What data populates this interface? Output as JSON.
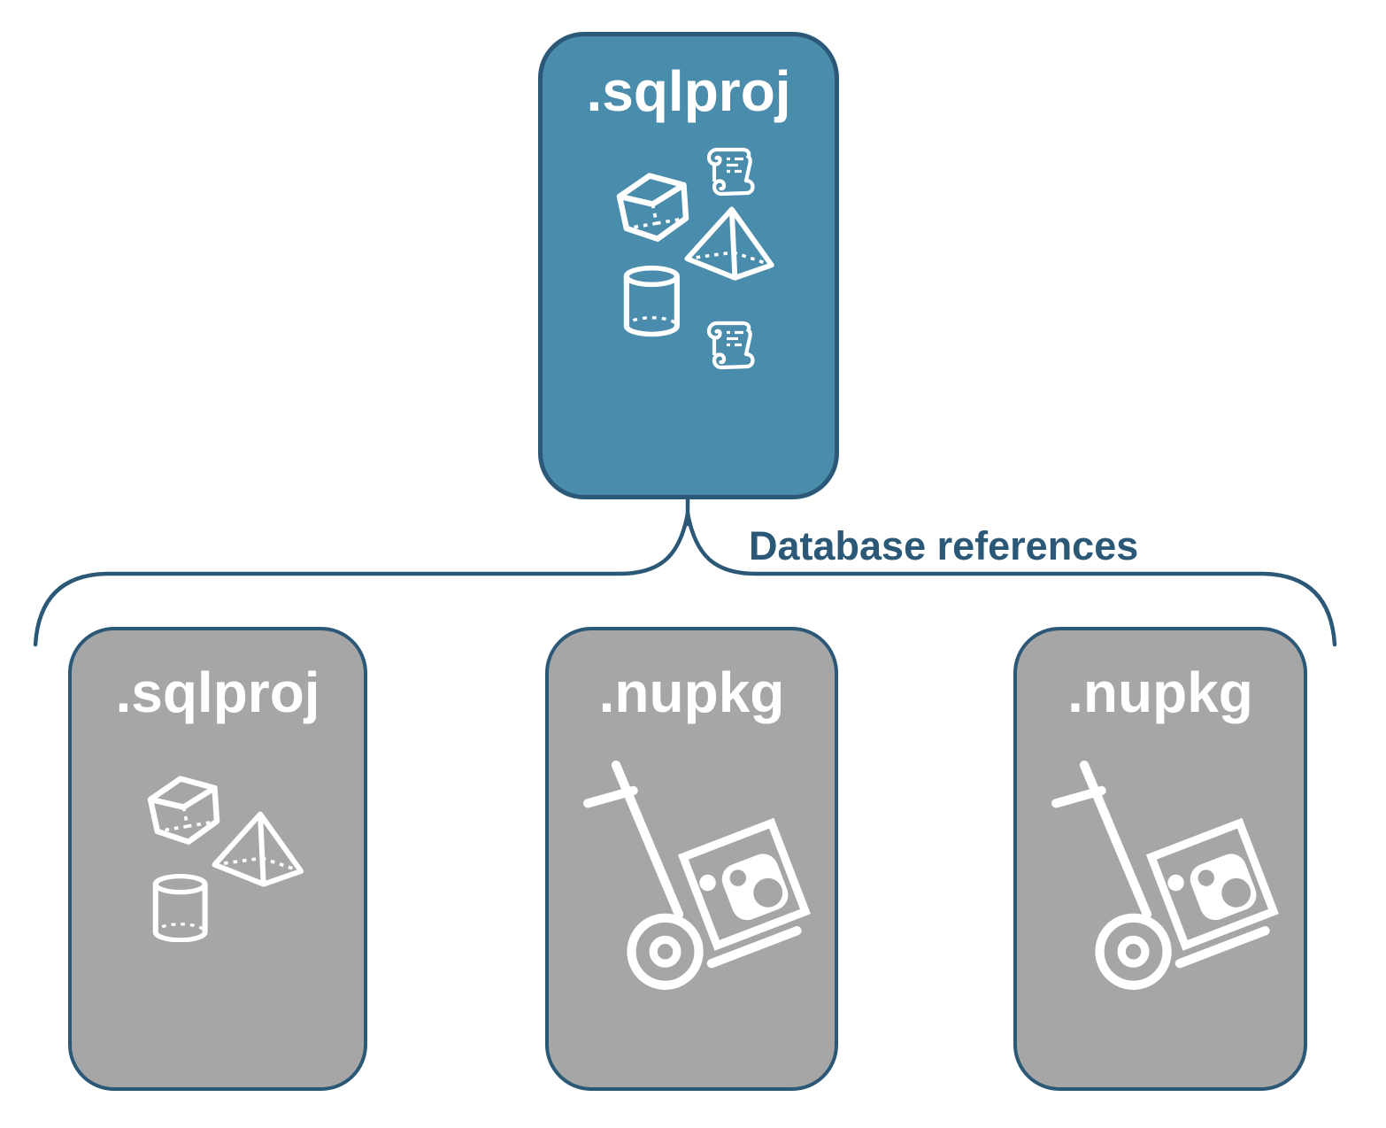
{
  "colors": {
    "accent_fill": "#4A8CAB",
    "gray_fill": "#A6A6A6",
    "ink": "#2B5877",
    "icon_color": "#FFFFFF",
    "background": "#FFFFFF"
  },
  "connector": {
    "label": "Database references"
  },
  "nodes": {
    "root": {
      "label": ".sqlproj",
      "icons": [
        "cube-icon",
        "script-scroll-icon",
        "pyramid-icon",
        "cylinder-icon",
        "script-scroll-icon"
      ]
    },
    "children": [
      {
        "label": ".sqlproj",
        "icons": [
          "cube-icon",
          "pyramid-icon",
          "cylinder-icon"
        ]
      },
      {
        "label": ".nupkg",
        "icons": [
          "nuget-package-hand-truck-icon"
        ]
      },
      {
        "label": ".nupkg",
        "icons": [
          "nuget-package-hand-truck-icon"
        ]
      }
    ]
  }
}
